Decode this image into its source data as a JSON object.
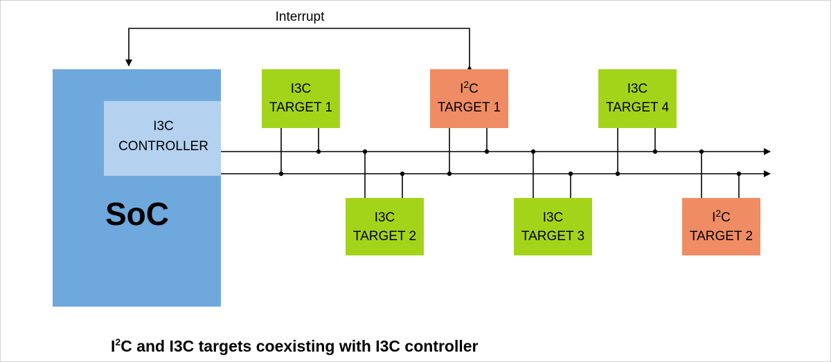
{
  "colors": {
    "soc": "#6fa8dc",
    "controller": "#b4d1f0",
    "i3c_target": "#a4d41a",
    "i2c_target": "#ef8c64"
  },
  "interrupt_label": "Interrupt",
  "soc_label": "SoC",
  "controller": {
    "line1": "I3C",
    "line2": "CONTROLLER"
  },
  "targets": [
    {
      "id": "i3c-target-1",
      "kind": "I3C",
      "line1": "I3C",
      "line2": "TARGET 1"
    },
    {
      "id": "i2c-target-1",
      "kind": "I2C",
      "line1_base": "I",
      "line1_sup": "2",
      "line1_rest": "C",
      "line2": "TARGET 1"
    },
    {
      "id": "i3c-target-4",
      "kind": "I3C",
      "line1": "I3C",
      "line2": "TARGET 4"
    },
    {
      "id": "i3c-target-2",
      "kind": "I3C",
      "line1": "I3C",
      "line2": "TARGET 2"
    },
    {
      "id": "i3c-target-3",
      "kind": "I3C",
      "line1": "I3C",
      "line2": "TARGET 3"
    },
    {
      "id": "i2c-target-2",
      "kind": "I2C",
      "line1_base": "I",
      "line1_sup": "2",
      "line1_rest": "C",
      "line2": "TARGET 2"
    }
  ],
  "caption": {
    "part1": "I",
    "sup": "2",
    "part2": "C and I3C targets coexisting with I3C controller"
  }
}
